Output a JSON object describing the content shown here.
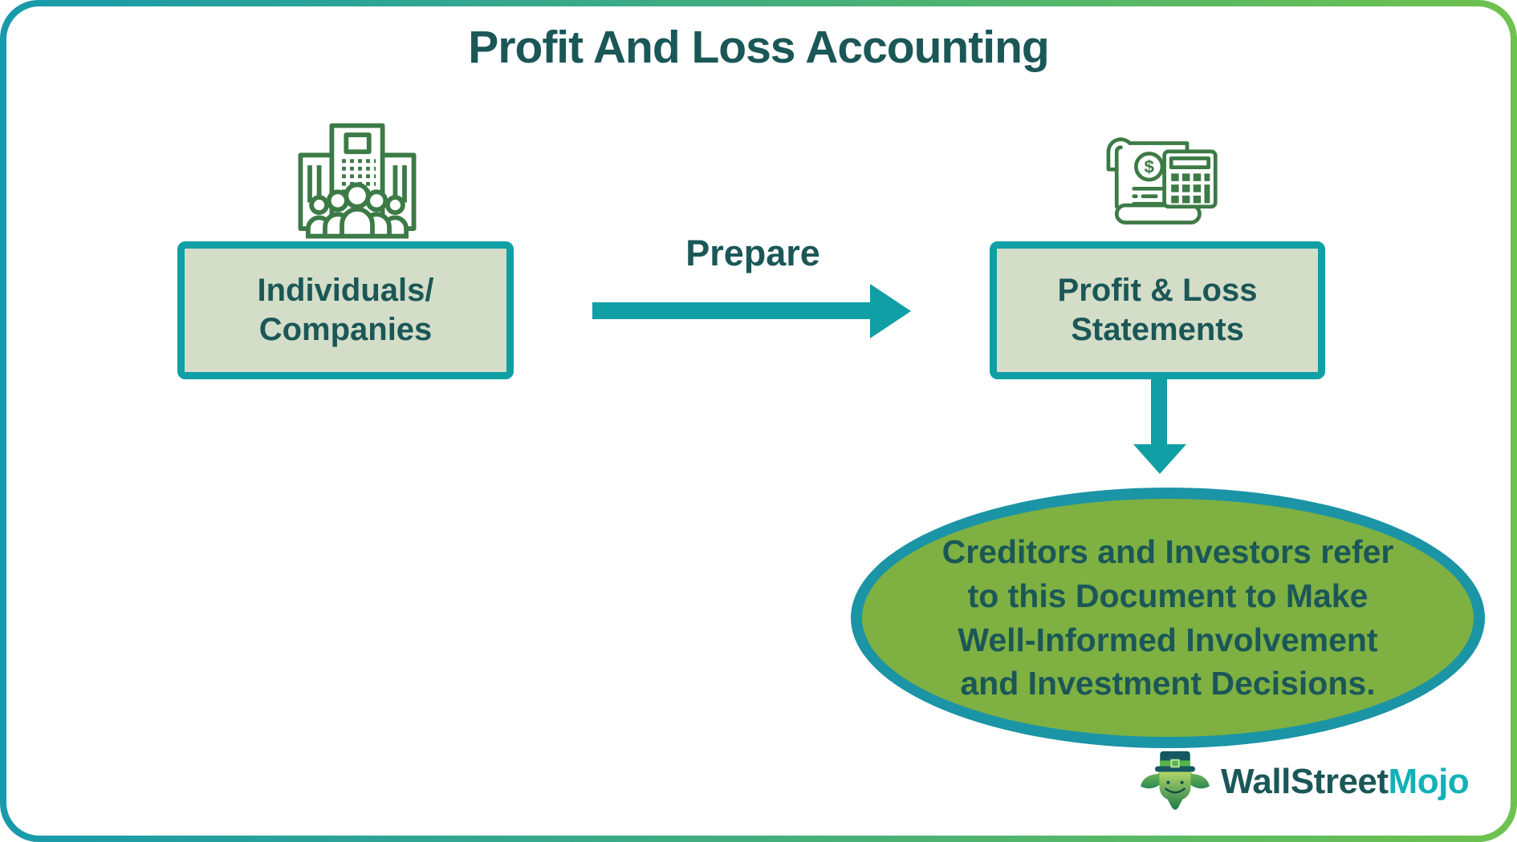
{
  "title": "Profit And Loss Accounting",
  "flow": {
    "source_box": {
      "line1": "Individuals/",
      "line2": "Companies"
    },
    "arrow_label": "Prepare",
    "target_box": {
      "line1": "Profit & Loss",
      "line2": "Statements"
    },
    "result_ellipse": {
      "lines": [
        "Creditors and Investors refer",
        "to this Document to Make",
        "Well-Informed Involvement",
        "and Investment Decisions."
      ]
    }
  },
  "icons": {
    "source_icon": "company-building-with-people-icon",
    "target_icon": "receipt-calculator-icon",
    "dollar_glyph": "$"
  },
  "logo": {
    "part1": "WallStreet",
    "part2": "Mojo"
  },
  "colors": {
    "dark_text": "#1b5757",
    "teal_accent": "#0f9fa5",
    "ellipse_border": "#1b94a6",
    "box_fill": "#d3ddc8",
    "ellipse_fill": "#7eb042",
    "icon_green": "#3c7a46",
    "gradient_start": "#189aac",
    "gradient_end": "#6ec24e",
    "mojo_teal": "#12b1b7",
    "logo_dark": "#155861"
  }
}
